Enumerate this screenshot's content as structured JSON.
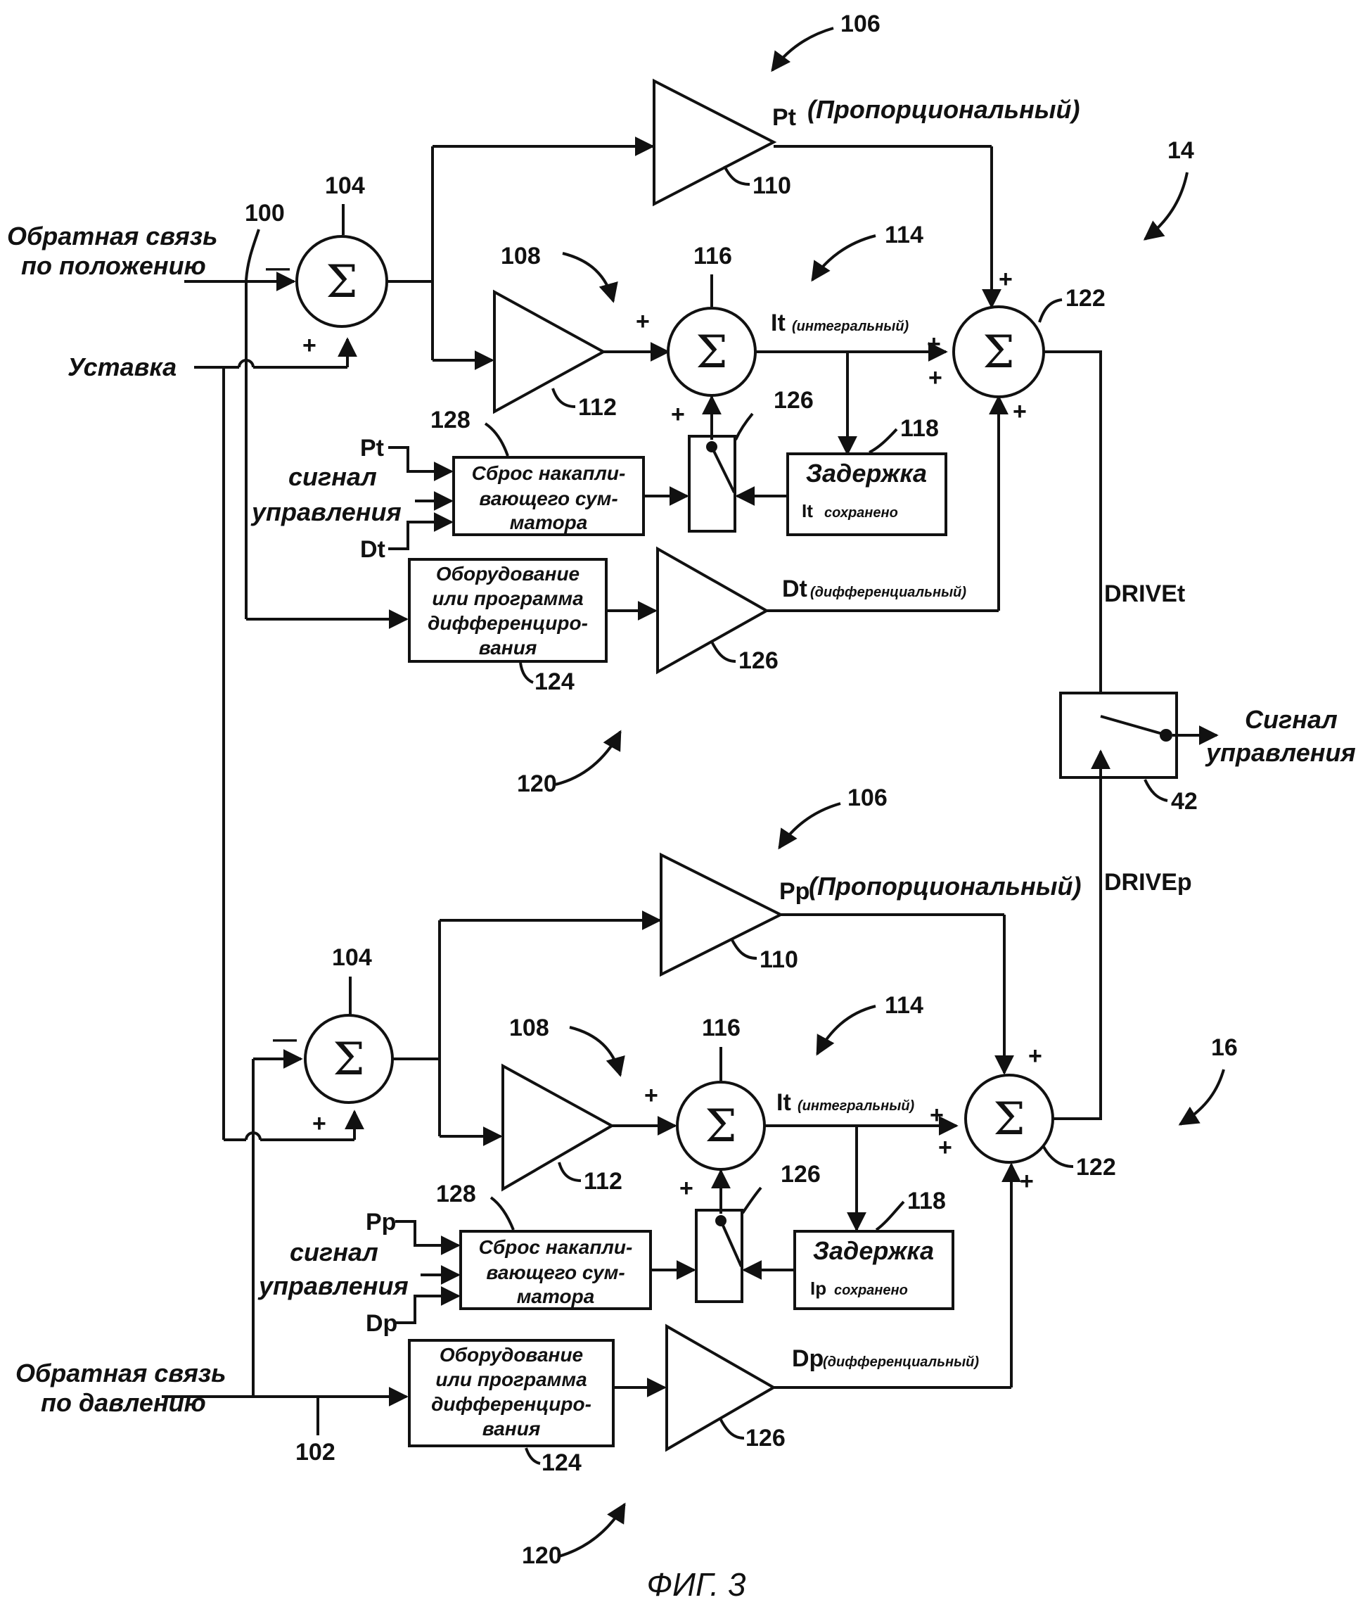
{
  "inputs": {
    "position_feedback_l1": "Обратная связь",
    "position_feedback_l2": "по положению",
    "setpoint": "Уставка",
    "pressure_feedback_l1": "Обратная связь",
    "pressure_feedback_l2": "по давлению"
  },
  "output": {
    "control_signal_l1": "Сигнал",
    "control_signal_l2": "управления",
    "switch_ref": "42",
    "drive_t": "DRIVEt",
    "drive_p": "DRIVEp"
  },
  "top": {
    "ref_main": "14",
    "ref_100": "100",
    "ref_104": "104",
    "ref_106": "106",
    "ref_108": "108",
    "ref_110": "110",
    "ref_112": "112",
    "ref_114": "114",
    "ref_116": "116",
    "ref_118": "118",
    "ref_120": "120",
    "ref_122": "122",
    "ref_124": "124",
    "ref_126a": "126",
    "ref_126b": "126",
    "ref_128": "128",
    "p_sig": "Pt",
    "p_desc": "(Пропорциональный)",
    "i_sig": "It",
    "i_desc": "(интегральный)",
    "d_sig": "Dt",
    "d_desc": "(дифференциальный)",
    "ctrl_l1": "сигнал",
    "ctrl_l2": "управления",
    "in_p": "Pt",
    "in_d": "Dt",
    "reset_l1": "Сброс накапли-",
    "reset_l2": "вающего сум-",
    "reset_l3": "матора",
    "delay_l1": "Задержка",
    "delay_sig": "It",
    "delay_l2": "сохранено",
    "diff_l1": "Оборудование",
    "diff_l2": "или программа",
    "diff_l3": "дифференциро-",
    "diff_l4": "вания"
  },
  "bottom": {
    "ref_main": "16",
    "ref_102": "102",
    "ref_104": "104",
    "ref_106": "106",
    "ref_108": "108",
    "ref_110": "110",
    "ref_112": "112",
    "ref_114": "114",
    "ref_116": "116",
    "ref_118": "118",
    "ref_120": "120",
    "ref_122": "122",
    "ref_124": "124",
    "ref_126a": "126",
    "ref_126b": "126",
    "ref_128": "128",
    "p_sig": "Pp",
    "p_desc": "(Пропорциональный)",
    "i_sig": "It",
    "i_desc": "(интегральный)",
    "d_sig": "Dp",
    "d_desc": "(дифференциальный)",
    "ctrl_l1": "сигнал",
    "ctrl_l2": "управления",
    "in_p": "Pp",
    "in_d": "Dp",
    "reset_l1": "Сброс накапли-",
    "reset_l2": "вающего сум-",
    "reset_l3": "матора",
    "delay_l1": "Задержка",
    "delay_sig": "Ip",
    "delay_l2": "сохранено",
    "diff_l1": "Оборудование",
    "diff_l2": "или программа",
    "diff_l3": "дифференциро-",
    "diff_l4": "вания"
  },
  "signs": {
    "plus": "+",
    "minus": "—",
    "sigma": "Σ"
  },
  "caption": "ФИГ. 3"
}
